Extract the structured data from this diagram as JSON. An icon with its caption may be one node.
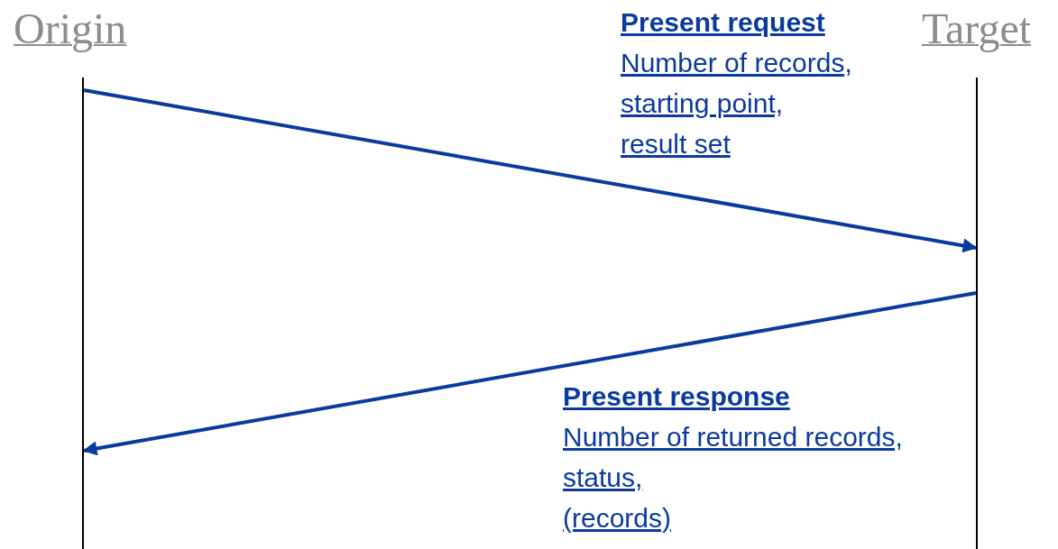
{
  "diagram": {
    "nodes": [
      {
        "text": [
          "Origin"
        ]
      },
      {
        "text": [
          "Target"
        ]
      }
    ],
    "edges": [
      {
        "from": 0,
        "to": 1,
        "arrow": "to",
        "label": "**Present request** Number of records, starting point, result set"
      },
      {
        "from": 1,
        "to": 0,
        "arrow": "to",
        "label": "**Present response** Number of returned records, status, (records)"
      }
    ]
  }
}
